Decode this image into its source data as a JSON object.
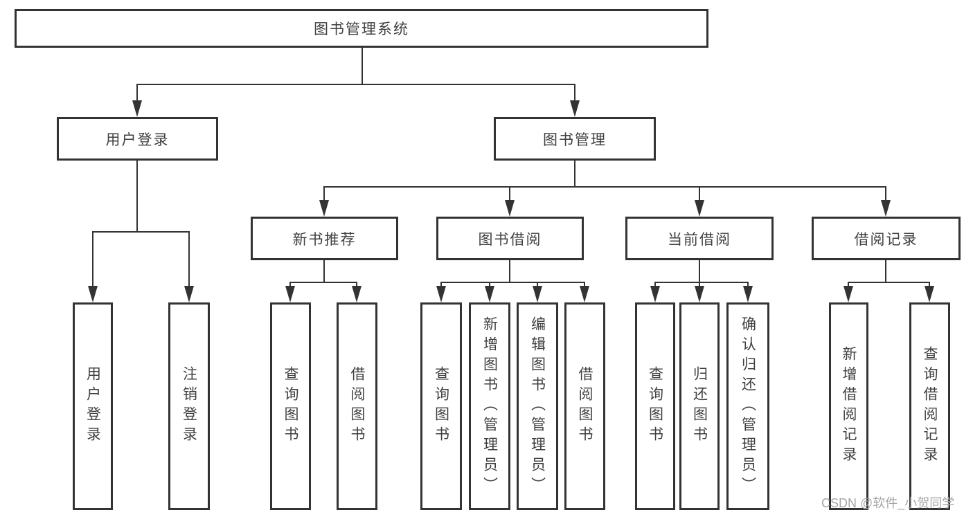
{
  "colors": {
    "line": "#333333",
    "box_border": "#333333",
    "text": "#3f3f3f",
    "background": "#ffffff",
    "watermark": "#a6a6a6"
  },
  "tree": {
    "root": "图书管理系统",
    "branches": [
      {
        "label": "用户登录",
        "children": [
          "用户登录",
          "注销登录"
        ]
      },
      {
        "label": "图书管理",
        "groups": [
          {
            "label": "新书推荐",
            "children": [
              "查询图书",
              "借阅图书"
            ]
          },
          {
            "label": "图书借阅",
            "children": [
              "查询图书",
              "新增图书（管理员）",
              "编辑图书（管理员）",
              "借阅图书"
            ]
          },
          {
            "label": "当前借阅",
            "children": [
              "查询图书",
              "归还图书",
              "确认归还（管理员）"
            ]
          },
          {
            "label": "借阅记录",
            "children": [
              "新增借阅记录",
              "查询借阅记录"
            ]
          }
        ]
      }
    ]
  },
  "watermark": "CSDN @软件_小贺同学"
}
